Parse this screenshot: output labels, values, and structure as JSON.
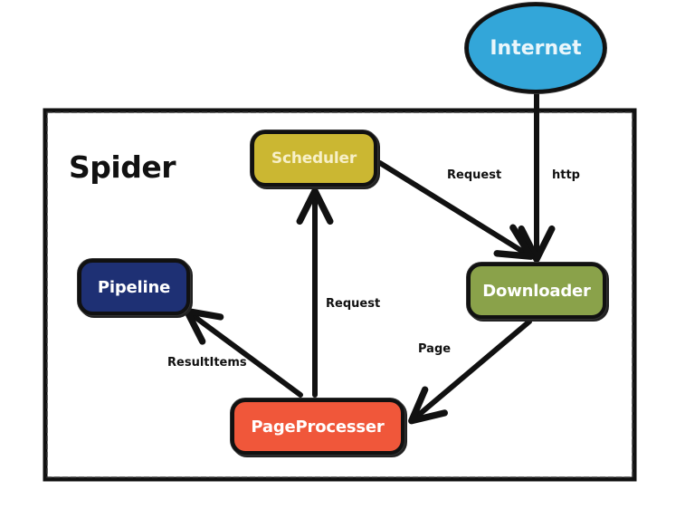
{
  "diagram": {
    "title": "Spider",
    "nodes": {
      "internet": "Internet",
      "scheduler": "Scheduler",
      "pipeline": "Pipeline",
      "downloader": "Downloader",
      "pageprocesser": "PageProcesser"
    },
    "edges": {
      "scheduler_to_downloader": "Request",
      "internet_to_downloader": "http",
      "pageprocesser_to_scheduler": "Request",
      "downloader_to_pageprocesser": "Page",
      "pageprocesser_to_pipeline": "ResultItems"
    },
    "colors": {
      "internet": "#33a6d9",
      "scheduler": "#cbb732",
      "pipeline": "#1e3074",
      "downloader": "#8aa24a",
      "pageprocesser": "#f0573a"
    }
  }
}
